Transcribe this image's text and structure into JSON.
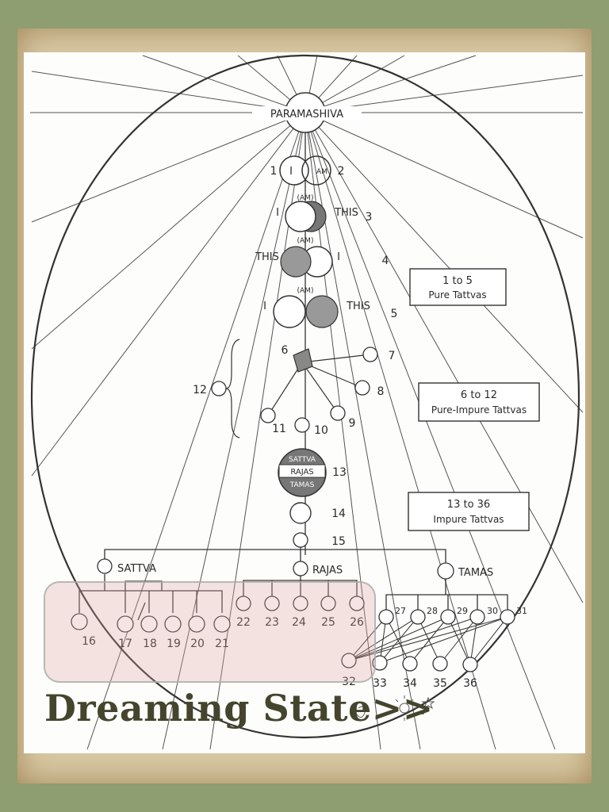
{
  "apex_label": "PARAMASHIVA",
  "tattvas": {
    "t1_label": "1",
    "t1_text": "I",
    "t2_label": "2",
    "t2_text": "AM",
    "t3_am": "(AM)",
    "t3_left": "I",
    "t3_right": "THIS",
    "t3_num": "3",
    "t4_am": "(AM)",
    "t4_left": "THIS",
    "t4_right": "I",
    "t4_num": "4",
    "t5_am": "(AM)",
    "t5_left": "I",
    "t5_right": "THIS",
    "t5_num": "5",
    "n6": "6",
    "n7": "7",
    "n8": "8",
    "n9": "9",
    "n10": "10",
    "n11": "11",
    "n12": "12",
    "gunas_top": "SATTVA",
    "gunas_mid": "RAJAS",
    "gunas_bot": "TAMAS",
    "n13": "13",
    "n14": "14",
    "n15": "15",
    "sattva": "SATTVA",
    "rajas": "RAJAS",
    "tamas": "TAMAS",
    "sattva_nums": [
      "16",
      "17",
      "18",
      "19",
      "20",
      "21"
    ],
    "rajas_nums": [
      "22",
      "23",
      "24",
      "25",
      "26"
    ],
    "tamas_top_nums": [
      "27",
      "28",
      "29",
      "30",
      "31"
    ],
    "tamas_bot_nums": [
      "32",
      "33",
      "34",
      "35",
      "36"
    ]
  },
  "boxes": {
    "pure_range": "1 to 5",
    "pure_label": "Pure Tattvas",
    "mixed_range": "6 to 12",
    "mixed_label": "Pure-Impure Tattvas",
    "impure_range": "13 to 36",
    "impure_label": "Impure Tattvas"
  },
  "caption": "Dreaming State>>"
}
